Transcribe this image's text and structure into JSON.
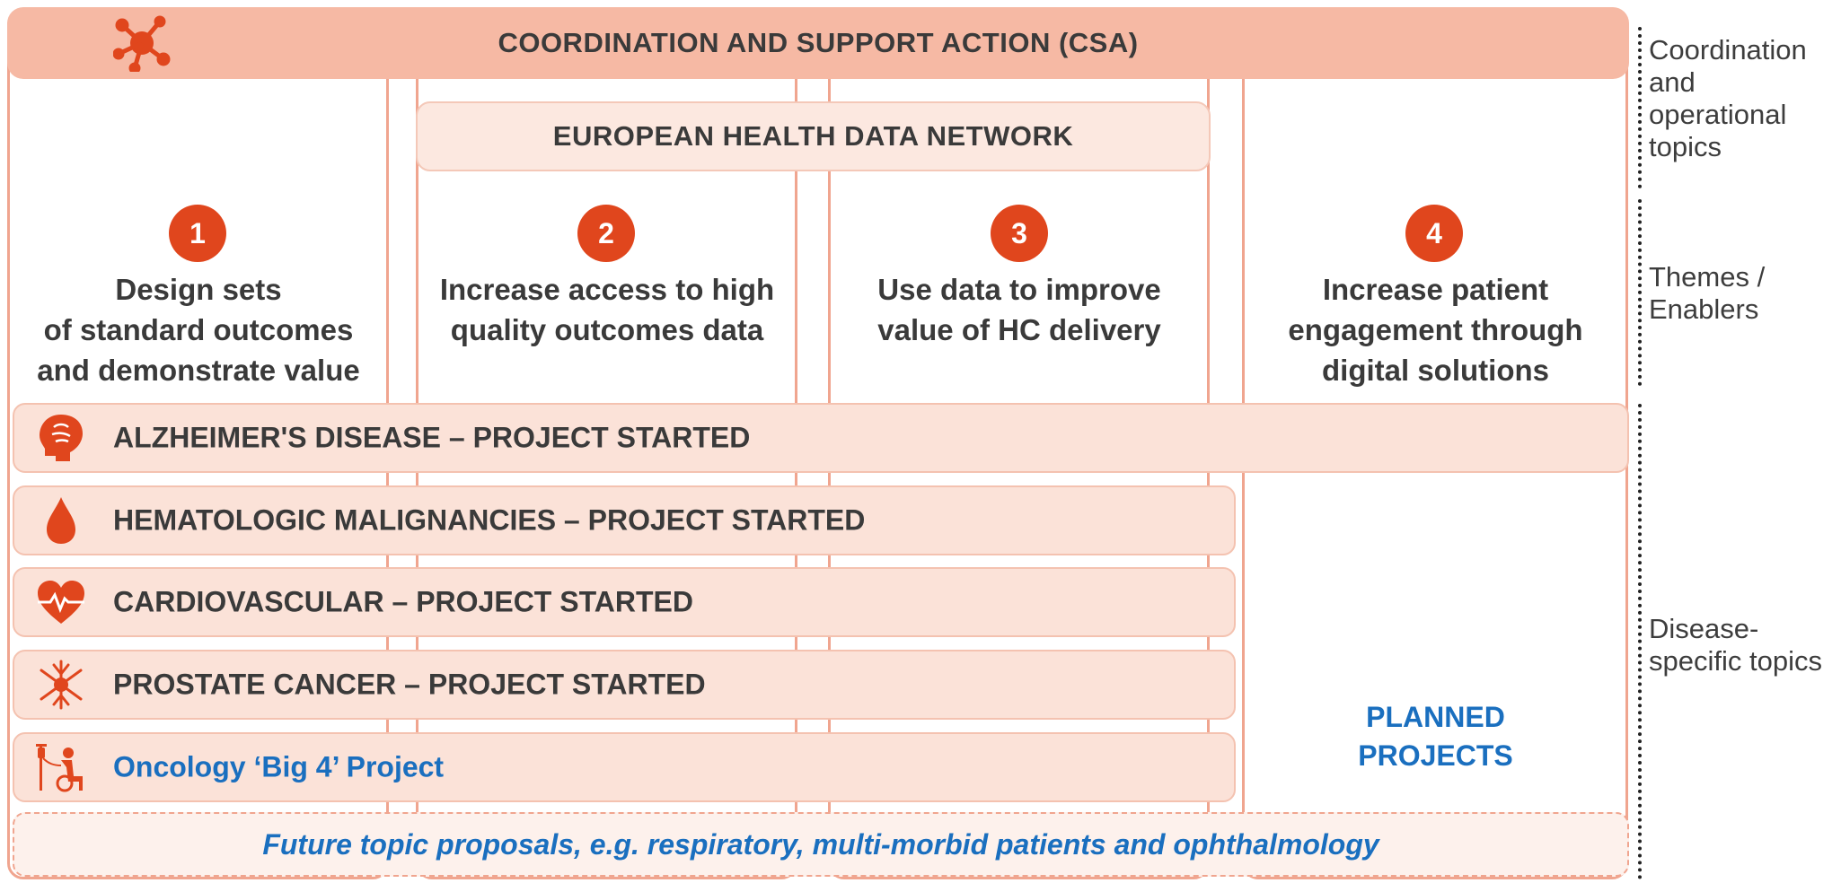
{
  "csa": {
    "title": "COORDINATION AND SUPPORT ACTION (CSA)",
    "icon": "network-hub-icon"
  },
  "ehdn": {
    "title": "EUROPEAN HEALTH DATA NETWORK"
  },
  "themes": [
    {
      "number": "1",
      "label": "Design sets\nof standard outcomes\nand demonstrate value"
    },
    {
      "number": "2",
      "label": "Increase access to high\nquality outcomes data"
    },
    {
      "number": "3",
      "label": "Use data to improve\nvalue of HC delivery"
    },
    {
      "number": "4",
      "label": "Increase patient\nengagement through\ndigital solutions"
    }
  ],
  "diseases": [
    {
      "label": "ALZHEIMER'S DISEASE – PROJECT STARTED",
      "icon": "brain-head-icon"
    },
    {
      "label": "HEMATOLOGIC MALIGNANCIES – PROJECT STARTED",
      "icon": "blood-drop-icon"
    },
    {
      "label": "CARDIOVASCULAR  – PROJECT STARTED",
      "icon": "heart-icon"
    },
    {
      "label": "PROSTATE CANCER – PROJECT STARTED",
      "icon": "cell-icon"
    },
    {
      "label": "Oncology ‘Big 4’ Project",
      "icon": "patient-iv-icon"
    }
  ],
  "planned": "PLANNED\nPROJECTS",
  "future": "Future topic proposals,  e.g. respiratory, multi-morbid patients and ophthalmology",
  "side_labels": {
    "coordination": "Coordination\nand\noperational\ntopics",
    "themes": "Themes /\nEnablers",
    "disease": "Disease-\nspecific topics"
  },
  "colors": {
    "accent": "#e0461d",
    "band": "#fbe2d8",
    "csa_band": "#f6b9a4",
    "column_border": "#f0a58f",
    "blue_text": "#1a6fbf"
  }
}
